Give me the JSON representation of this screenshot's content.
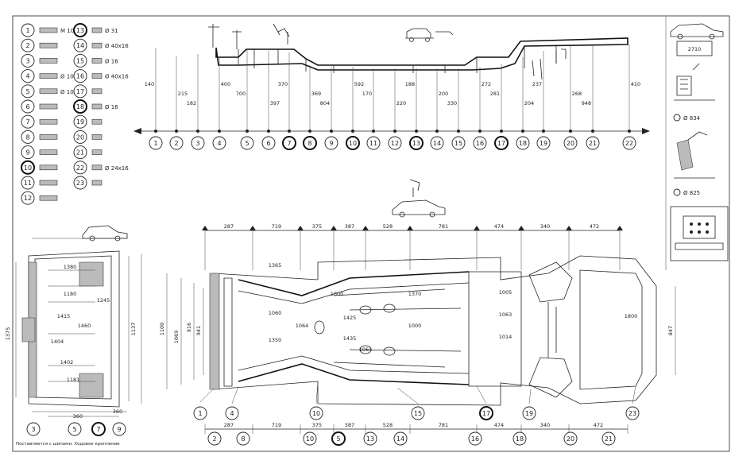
{
  "legend": {
    "left_col": [
      {
        "n": "1",
        "spec": "M 10x12"
      },
      {
        "n": "2",
        "spec": ""
      },
      {
        "n": "3",
        "spec": ""
      },
      {
        "n": "4",
        "spec": "Ø 10"
      },
      {
        "n": "5",
        "spec": "Ø 10x10"
      },
      {
        "n": "6",
        "spec": ""
      },
      {
        "n": "7",
        "spec": ""
      },
      {
        "n": "8",
        "spec": ""
      },
      {
        "n": "9",
        "spec": ""
      },
      {
        "n": "10",
        "spec": ""
      },
      {
        "n": "11",
        "spec": ""
      },
      {
        "n": "12",
        "spec": ""
      }
    ],
    "right_col": [
      {
        "n": "13",
        "spec": "Ø 31"
      },
      {
        "n": "14",
        "spec": "Ø 40x16"
      },
      {
        "n": "15",
        "spec": "Ø 16"
      },
      {
        "n": "16",
        "spec": "Ø 40x16"
      },
      {
        "n": "17",
        "spec": ""
      },
      {
        "n": "18",
        "spec": "Ø 16"
      },
      {
        "n": "19",
        "spec": ""
      },
      {
        "n": "20",
        "spec": ""
      },
      {
        "n": "21",
        "spec": ""
      },
      {
        "n": "22",
        "spec": "Ø 24x16"
      },
      {
        "n": "23",
        "spec": ""
      }
    ]
  },
  "side_view": {
    "points": [
      "1",
      "2",
      "3",
      "4",
      "5",
      "6",
      "7",
      "8",
      "9",
      "10",
      "11",
      "12",
      "13",
      "14",
      "15",
      "16",
      "17",
      "18",
      "19",
      "20",
      "21",
      "22"
    ],
    "heights": [
      "140",
      "215",
      "182",
      "400",
      "700",
      "397",
      "370",
      "369",
      "804",
      "592",
      "170",
      "220",
      "188",
      "200",
      "330",
      "272",
      "281",
      "204",
      "237",
      "268",
      "948",
      "410"
    ]
  },
  "plan_view": {
    "top_dims": [
      "287",
      "719",
      "375",
      "387",
      "528",
      "781",
      "474",
      "340",
      "472"
    ],
    "bottom_dims": [
      "287",
      "719",
      "375",
      "387",
      "528",
      "781",
      "474",
      "340",
      "472"
    ],
    "bottom_points": [
      "2",
      "8",
      "10",
      "5",
      "13",
      "14",
      "16",
      "18",
      "20",
      "21"
    ],
    "row_points": [
      "1",
      "4",
      "10",
      "15",
      "17",
      "19",
      "23"
    ],
    "inner_dims": [
      "1365",
      "1060",
      "1350",
      "1064",
      "1000",
      "1425",
      "1435",
      "1064",
      "1370",
      "1000",
      "1005",
      "1063",
      "1014",
      "1800"
    ],
    "left_dims": [
      "1100",
      "1069",
      "916",
      "941"
    ],
    "right_dim": "847"
  },
  "front_view": {
    "points": [
      "3",
      "5",
      "7",
      "9"
    ],
    "dims": [
      "1380",
      "1180",
      "1415",
      "1460",
      "1404",
      "1402",
      "1181",
      "1245",
      "360",
      "360"
    ],
    "left_dims": [
      "1375",
      "1137"
    ]
  },
  "right_panel": {
    "car_dim": "2710",
    "circle_a": "Ø 834",
    "circle_b": "Ø 825"
  },
  "footer": {
    "caption": "Поставляется с шипами. Ходовое крепление"
  }
}
